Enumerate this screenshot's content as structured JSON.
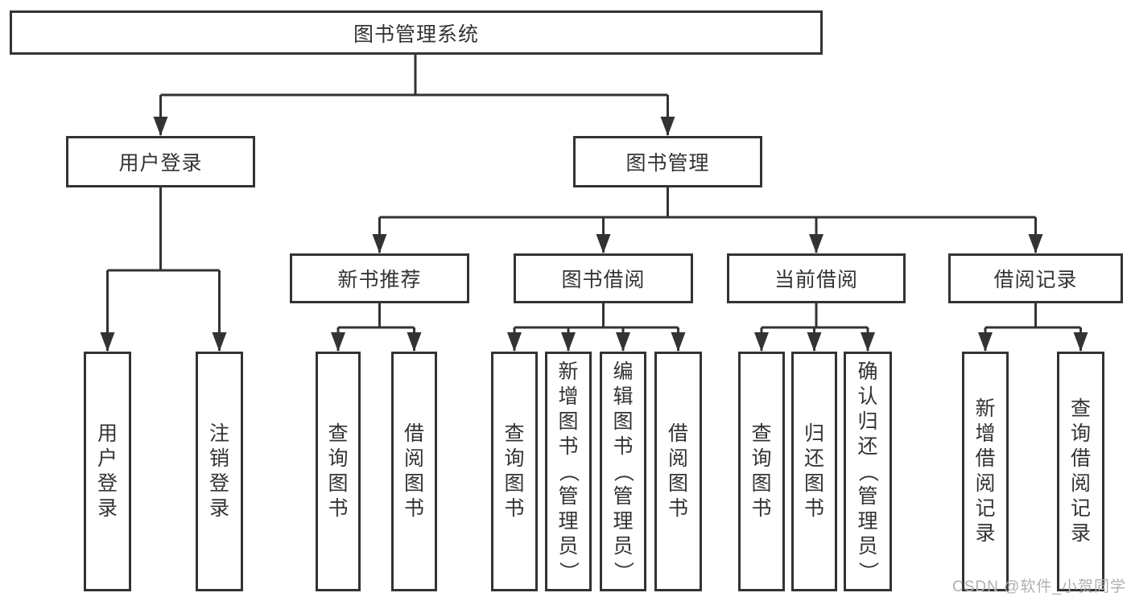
{
  "root": {
    "label": "图书管理系统"
  },
  "level1": [
    {
      "label": "用户登录"
    },
    {
      "label": "图书管理"
    }
  ],
  "level2": [
    {
      "label": "新书推荐"
    },
    {
      "label": "图书借阅"
    },
    {
      "label": "当前借阅"
    },
    {
      "label": "借阅记录"
    }
  ],
  "leaf_groups": [
    [
      "用户登录",
      "注销登录"
    ],
    [
      "查询图书",
      "借阅图书"
    ],
    [
      "查询图书",
      "新增图书（管理员）",
      "编辑图书（管理员）",
      "借阅图书"
    ],
    [
      "查询图书",
      "归还图书",
      "确认归还（管理员）"
    ],
    [
      "新增借阅记录",
      "查询借阅记录"
    ]
  ],
  "watermark": "CSDN @软件_小贺同学",
  "colors": {
    "line": "#333333",
    "text": "#333333",
    "watermark": "#b0b0b0",
    "background": "#ffffff"
  }
}
